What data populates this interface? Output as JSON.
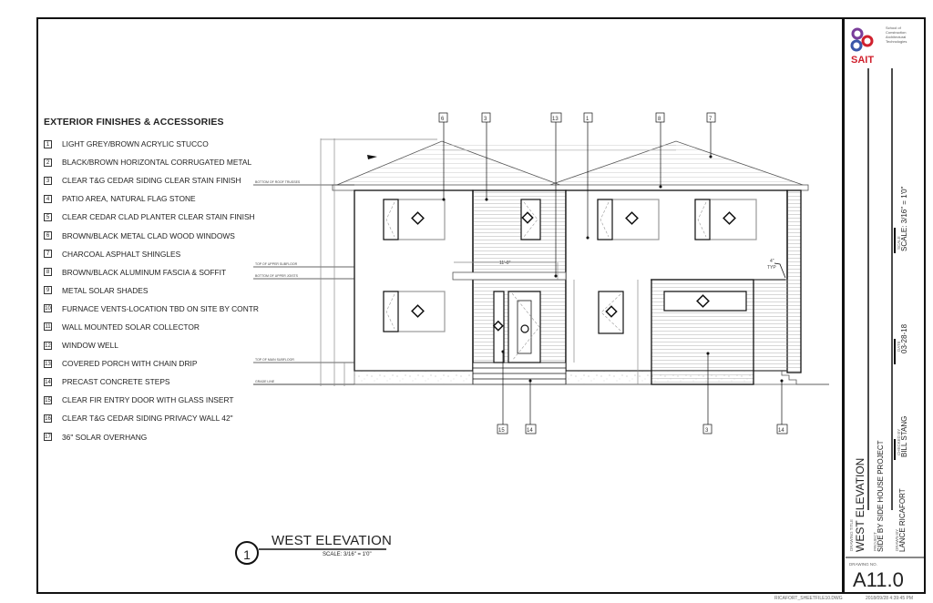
{
  "legend": {
    "title": "EXTERIOR FINISHES & ACCESSORIES",
    "items": [
      {
        "num": "1",
        "label": "LIGHT GREY/BROWN ACRYLIC STUCCO"
      },
      {
        "num": "2",
        "label": "BLACK/BROWN HORIZONTAL CORRUGATED METAL"
      },
      {
        "num": "3",
        "label": "CLEAR T&G CEDAR SIDING CLEAR STAIN FINISH"
      },
      {
        "num": "4",
        "label": "PATIO AREA, NATURAL FLAG STONE"
      },
      {
        "num": "5",
        "label": "CLEAR CEDAR CLAD PLANTER CLEAR STAIN FINISH"
      },
      {
        "num": "6",
        "label": "BROWN/BLACK METAL CLAD WOOD WINDOWS"
      },
      {
        "num": "7",
        "label": "CHARCOAL ASPHALT SHINGLES"
      },
      {
        "num": "8",
        "label": "BROWN/BLACK ALUMINUM FASCIA & SOFFIT"
      },
      {
        "num": "9",
        "label": "METAL SOLAR SHADES"
      },
      {
        "num": "10",
        "label": "FURNACE VENTS-LOCATION TBD ON SITE BY CONTR"
      },
      {
        "num": "11",
        "label": "WALL MOUNTED SOLAR COLLECTOR"
      },
      {
        "num": "12",
        "label": "WINDOW WELL"
      },
      {
        "num": "13",
        "label": "COVERED PORCH WITH CHAIN DRIP"
      },
      {
        "num": "14",
        "label": "PRECAST CONCRETE STEPS"
      },
      {
        "num": "15",
        "label": "CLEAR FIR ENTRY DOOR WITH GLASS INSERT"
      },
      {
        "num": "16",
        "label": "CLEAR T&G CEDAR SIDING PRIVACY WALL 42\""
      },
      {
        "num": "17",
        "label": "36\" SOLAR OVERHANG"
      }
    ]
  },
  "elevation": {
    "level_labels": {
      "roof": "BOTTOM OF ROOF TRUSSES",
      "upper_subfloor": "TOP OF UPPER SUBFLOOR",
      "upper_joists": "BOTTOM OF UPPER JOISTS",
      "main_subfloor": "TOP OF MAIN SUBFLOOR",
      "grade": "GRADE LINE"
    },
    "dimensions": {
      "porch_width": "11'-0\"",
      "typ_note": "4\"",
      "typ_label": "TYP"
    },
    "top_callouts": [
      "6",
      "3",
      "13",
      "1",
      "8",
      "7"
    ],
    "bottom_callouts": [
      "15",
      "14",
      "3",
      "14"
    ]
  },
  "drawing_label": {
    "number": "1",
    "title": "WEST ELEVATION",
    "scale": "SCALE: 3/16\" = 1'0\""
  },
  "title_block": {
    "logo_text": "SAIT",
    "school_lines": [
      "School of",
      "Construction",
      "Architectural",
      "Technologies"
    ],
    "scale_label": "SCALE",
    "scale_value": "SCALE: 3/16\" = 1'0\"",
    "date_label": "DATE",
    "date_value": "03-28-18",
    "checked_label": "CHECKED BY",
    "checked_value": "BILL STANG",
    "drawing_title_label": "DRAWING TITLE",
    "drawing_title_value": "WEST ELEVATION",
    "project_label": "PROJECT",
    "project_value": "SIDE BY SIDE HOUSE PROJECT",
    "drawn_label": "DRAWN BY",
    "drawn_value": "LANCE RICAFORT",
    "drawing_no_label": "DRAWING NO.",
    "drawing_no_value": "A11.0"
  },
  "footer": {
    "file": "RICAFORT_SHEETFILE10.DWG",
    "timestamp": "2018/09/28 4:39:45 PM"
  }
}
